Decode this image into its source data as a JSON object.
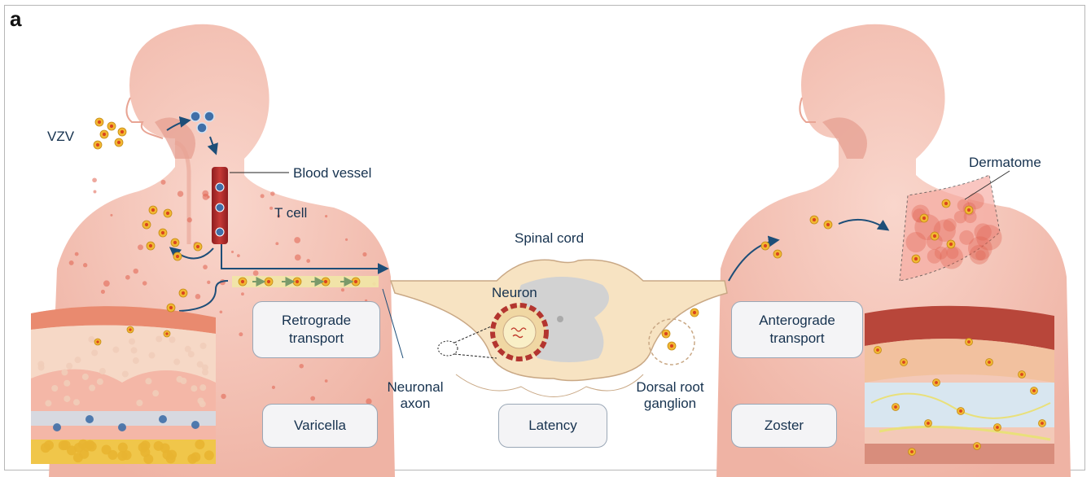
{
  "panel_label": "a",
  "labels": {
    "vzv": "VZV",
    "blood_vessel": "Blood vessel",
    "t_cell": "T cell",
    "spinal_cord": "Spinal cord",
    "neuron": "Neuron",
    "neuronal_axon_line1": "Neuronal",
    "neuronal_axon_line2": "axon",
    "drg_line1": "Dorsal root",
    "drg_line2": "ganglion",
    "dermatome": "Dermatome"
  },
  "stages": {
    "retrograde_line1": "Retrograde",
    "retrograde_line2": "transport",
    "anterograde_line1": "Anterograde",
    "anterograde_line2": "transport",
    "varicella": "Varicella",
    "latency": "Latency",
    "zoster": "Zoster"
  },
  "colors": {
    "skin": "#f4c3b6",
    "skin_dark": "#e9a897",
    "rash": "#e0604f",
    "virus": "#f2b833",
    "virus_core": "#d9451f",
    "t_cell": "#3f6fa8",
    "arrow": "#1d4e78",
    "spinal_cord": "#f7e3c2",
    "grey_matter": "#cfcfcf",
    "vessel": "#b3282a",
    "axon_band": "#f1e7a6"
  }
}
